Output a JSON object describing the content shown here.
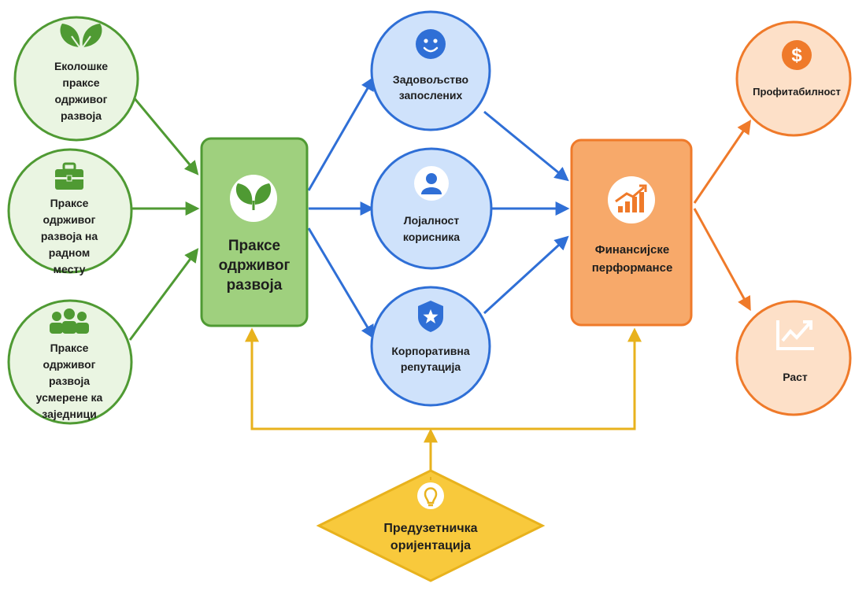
{
  "colors": {
    "green_stroke": "#4f9a33",
    "green_fill": "#eaf5e2",
    "green_box": "#9fd07e",
    "blue_stroke": "#2f6fd6",
    "blue_fill": "#cfe2fb",
    "orange_stroke": "#ef7a2a",
    "orange_fill": "#fde0c8",
    "orange_box": "#f7a96a",
    "yellow_stroke": "#e8b21d",
    "yellow_fill": "#f8c93c",
    "text": "#1e1e1e"
  },
  "inputs": [
    {
      "label": "Еколошке\nпраксе\nодрживог\nразвоја",
      "icon": "leaf-icon"
    },
    {
      "label": "Праксе\nодрживог\nразвоја на\nрадном\nместу",
      "icon": "briefcase-icon"
    },
    {
      "label": "Праксе\nодрживог\nразвоја\nусмерене ка\nзаједници",
      "icon": "people-icon"
    }
  ],
  "center": {
    "label": "Праксе\nодрживог\nразвоја",
    "icon": "leaf-icon"
  },
  "mediators": [
    {
      "label": "Задовољство\nзапослених",
      "icon": "smiley-icon"
    },
    {
      "label": "Лојалност\nкорисника",
      "icon": "user-icon"
    },
    {
      "label": "Корпоративна\nрепутација",
      "icon": "shield-star-icon"
    }
  ],
  "outcome": {
    "label": "Финансијске\nперформансе",
    "icon": "growth-chart-icon"
  },
  "results": [
    {
      "label": "Профитабилност",
      "icon": "dollar-icon"
    },
    {
      "label": "Раст",
      "icon": "trend-icon"
    }
  ],
  "moderator": {
    "label": "Предузетничка\nоријентација",
    "icon": "lightbulb-icon"
  }
}
